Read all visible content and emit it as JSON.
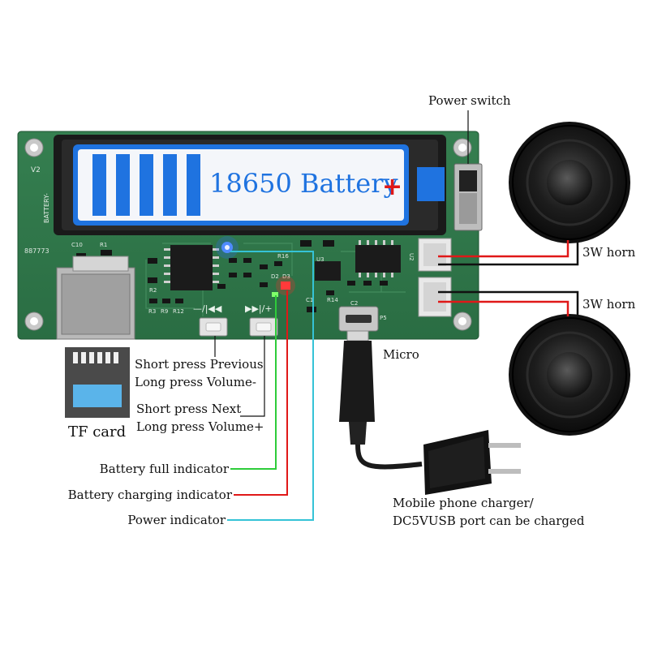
{
  "board": {
    "silkscreen": {
      "version": "V2",
      "battery_minus": "BATTERY-",
      "board_id": "887773",
      "prev_symbol": "—/|◀◀",
      "next_symbol": "▶▶|/+",
      "parts": [
        "C10",
        "R1",
        "R2",
        "R3",
        "R9",
        "R12",
        "R16",
        "D2",
        "D3",
        "U2",
        "U3",
        "C2",
        "C1",
        "R14",
        "P5"
      ]
    },
    "battery_label": "18650 Battery",
    "battery_plus": "+",
    "battery_bars": 5
  },
  "labels": {
    "power_switch": "Power switch",
    "horn_top": "3W horn",
    "horn_bottom": "3W horn",
    "micro": "Micro",
    "tf_card": "TF card",
    "prev_line1": "Short press Previous",
    "prev_line2": "Long press Volume-",
    "next_line1": "Short press Next",
    "next_line2": "Long press Volume+",
    "battery_full": "Battery full indicator",
    "battery_charging": "Battery charging indicator",
    "power_indicator": "Power indicator",
    "charger_line1": "Mobile phone charger/",
    "charger_line2": "DC5VUSB port can be charged"
  },
  "colors": {
    "pcb": "#2f7a4a",
    "battery_blue": "#1f73e0",
    "full_wire": "#2ecc3a",
    "charging_wire": "#e01818",
    "power_wire": "#35c3d6",
    "speaker_wire_red": "#e01818",
    "speaker_wire_black": "#111111"
  }
}
